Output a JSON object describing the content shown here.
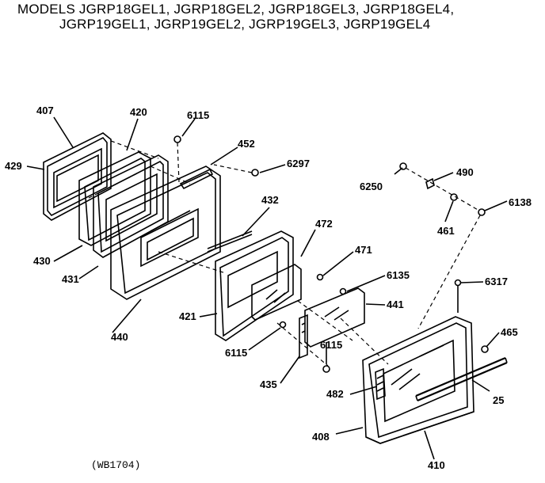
{
  "title": {
    "line1": "MODELS JGRP18GEL1, JGRP18GEL2, JGRP18GEL3, JGRP18GEL4,",
    "line2": "JGRP19GEL1, JGRP19GEL2, JGRP19GEL3, JGRP19GEL4"
  },
  "labels": {
    "p407": "407",
    "p420": "420",
    "p6115a": "6115",
    "p452": "452",
    "p6297": "6297",
    "p429": "429",
    "p432": "432",
    "p472": "472",
    "p471": "471",
    "p6135": "6135",
    "p441": "441",
    "p430": "430",
    "p431": "431",
    "p440": "440",
    "p421": "421",
    "p6115b": "6115",
    "p435": "435",
    "p6115c": "6115",
    "p6250": "6250",
    "p490": "490",
    "p461": "461",
    "p6138": "6138",
    "p6317": "6317",
    "p465": "465",
    "p482": "482",
    "p25": "25",
    "p408": "408",
    "p410": "410"
  },
  "footer_code": "(WB1704)"
}
